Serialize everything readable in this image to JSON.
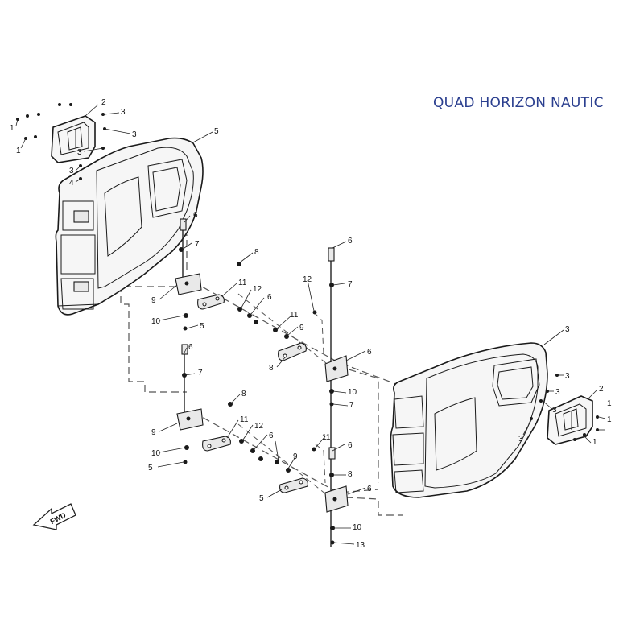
{
  "brand": {
    "text": "QUAD HORIZON NAUTIC",
    "color": "#2b3f8f"
  },
  "fwd_label": "FWD",
  "callouts": [
    {
      "id": "c1",
      "t": "1"
    },
    {
      "id": "c2",
      "t": "1"
    },
    {
      "id": "c3",
      "t": "2"
    },
    {
      "id": "c4",
      "t": "3"
    },
    {
      "id": "c5",
      "t": "3"
    },
    {
      "id": "c6",
      "t": "3"
    },
    {
      "id": "c7",
      "t": "3"
    },
    {
      "id": "c8",
      "t": "4"
    },
    {
      "id": "c9",
      "t": "5"
    },
    {
      "id": "c10",
      "t": "6"
    },
    {
      "id": "c11",
      "t": "7"
    },
    {
      "id": "c12",
      "t": "8"
    },
    {
      "id": "c13",
      "t": "9"
    },
    {
      "id": "c14",
      "t": "11"
    },
    {
      "id": "c15",
      "t": "12"
    },
    {
      "id": "c16",
      "t": "6"
    },
    {
      "id": "c17",
      "t": "10"
    },
    {
      "id": "c18",
      "t": "5"
    },
    {
      "id": "c19",
      "t": "6"
    },
    {
      "id": "c20",
      "t": "7"
    },
    {
      "id": "c21",
      "t": "8"
    },
    {
      "id": "c22",
      "t": "9"
    },
    {
      "id": "c23",
      "t": "11"
    },
    {
      "id": "c24",
      "t": "12"
    },
    {
      "id": "c25",
      "t": "6"
    },
    {
      "id": "c26",
      "t": "10"
    },
    {
      "id": "c27",
      "t": "5"
    },
    {
      "id": "c28",
      "t": "6"
    },
    {
      "id": "c29",
      "t": "7"
    },
    {
      "id": "c30",
      "t": "12"
    },
    {
      "id": "c31",
      "t": "11"
    },
    {
      "id": "c32",
      "t": "9"
    },
    {
      "id": "c33",
      "t": "8"
    },
    {
      "id": "c34",
      "t": "6"
    },
    {
      "id": "c35",
      "t": "10"
    },
    {
      "id": "c36",
      "t": "7"
    },
    {
      "id": "c37",
      "t": "11"
    },
    {
      "id": "c38",
      "t": "9"
    },
    {
      "id": "c39",
      "t": "5"
    },
    {
      "id": "c40",
      "t": "6"
    },
    {
      "id": "c41",
      "t": "8"
    },
    {
      "id": "c42",
      "t": "6"
    },
    {
      "id": "c43",
      "t": "10"
    },
    {
      "id": "c44",
      "t": "13"
    },
    {
      "id": "c45",
      "t": "3"
    },
    {
      "id": "c46",
      "t": "3"
    },
    {
      "id": "c47",
      "t": "3"
    },
    {
      "id": "c48",
      "t": "2"
    },
    {
      "id": "c49",
      "t": "1"
    },
    {
      "id": "c50",
      "t": "1"
    },
    {
      "id": "c51",
      "t": "1"
    },
    {
      "id": "c52",
      "t": "3"
    },
    {
      "id": "c53",
      "t": "3"
    }
  ]
}
